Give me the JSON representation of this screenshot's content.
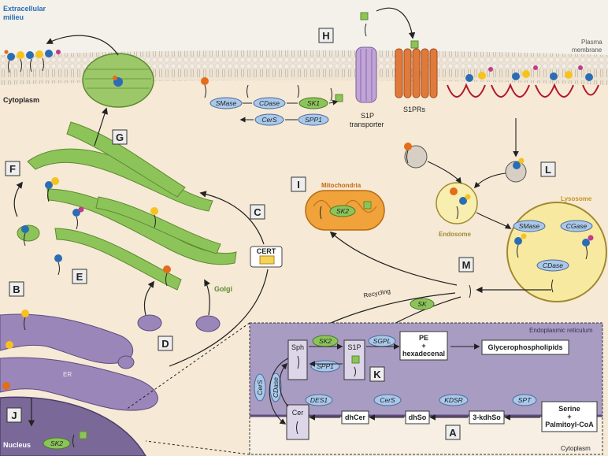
{
  "regions": {
    "extracellular": "Extracellular milieu",
    "extracellular_line1": "Extracellular",
    "extracellular_line2": "milieu",
    "plasma_membrane_line1": "Plasma",
    "plasma_membrane_line2": "membrane",
    "cytoplasm_top": "Cytoplasm",
    "cytoplasm_bottom": "Cytoplasm",
    "golgi": "Golgi",
    "er": "ER",
    "nucleus": "Nucleus",
    "mitochondria": "Mitochondria",
    "lysosome": "Lysosome",
    "endosome": "Endosome",
    "endoplasmic_reticulum": "Endoplasmic reticulum"
  },
  "panel_letters": [
    "A",
    "B",
    "C",
    "D",
    "E",
    "F",
    "G",
    "H",
    "I",
    "J",
    "K",
    "L",
    "M"
  ],
  "enzymes": {
    "smase": "SMase",
    "cdase": "CDase",
    "sk1": "SK1",
    "cers": "CerS",
    "spp1": "SPP1",
    "sk2": "SK2",
    "sk": "SK",
    "sgpl": "SGPL",
    "des1": "DES1",
    "kdsr": "KDSR",
    "spt": "SPT",
    "cgase": "CGase"
  },
  "transport": {
    "s1p_transporter_line1": "S1P",
    "s1p_transporter_line2": "transporter",
    "s1prs": "S1PRs",
    "cert": "CERT",
    "recycling": "Recycling"
  },
  "metabolites": {
    "sph": "Sph",
    "s1p": "S1P",
    "cer": "Cer",
    "dhcer": "dhCer",
    "dhso": "dhSo",
    "kdhso": "3-kdhSo",
    "pe_line1": "PE",
    "pe_line2": "+",
    "pe_line3": "hexadecenal",
    "glycerophospholipids": "Glycerophospholipids",
    "serine_line1": "Serine",
    "serine_line2": "+",
    "serine_line3": "Palmitoyl-CoA"
  },
  "colors": {
    "background": "#f6e9d6",
    "membrane": "#e8dcc8",
    "golgi": "#8cc45a",
    "er": "#9a86b8",
    "mito": "#f0a33a",
    "lysosome": "#f8e9a0",
    "enzyme": "#a9c8ea",
    "sk_enzyme": "#8cc45a",
    "s1p_head": "#8cc45a"
  }
}
